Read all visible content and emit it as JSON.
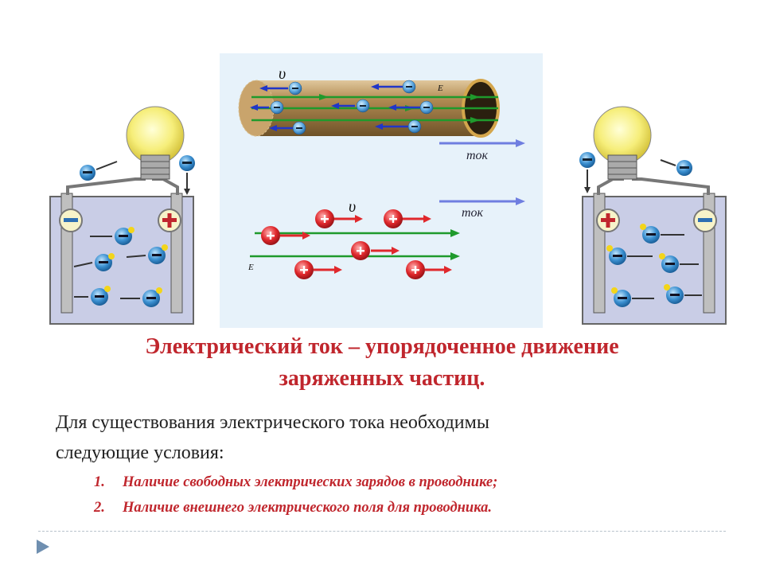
{
  "slide": {
    "title_line1": "Электрический ток – упорядоченное движение",
    "title_line2": "заряженных частиц.",
    "body_line1": "Для существования электрического тока необходимы",
    "body_line2": "следующие условия:",
    "conditions": [
      {
        "num": "1.",
        "text": "Наличие свободных электрических зарядов в проводнике;"
      },
      {
        "num": "2.",
        "text": "Наличие внешнего электрического поля для проводника."
      }
    ]
  },
  "figure": {
    "velocity_symbol": "υ",
    "field_symbol": "E",
    "current_label": "ток",
    "minus": "−",
    "plus": "+"
  },
  "colors": {
    "title_red": "#c0262d",
    "panel_bg": "#e7f2fa",
    "electron_blue": "#3a8fd0",
    "ion_red": "#e0282c",
    "field_green": "#1f9a2c",
    "velocity_blue": "#2136c8"
  }
}
